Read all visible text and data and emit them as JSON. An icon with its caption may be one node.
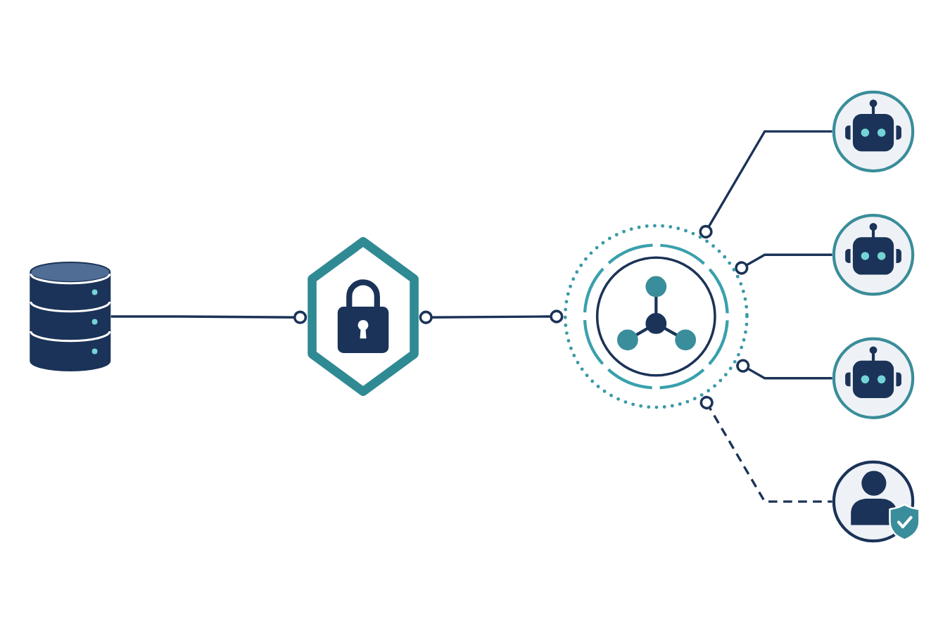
{
  "diagram": {
    "nodes": [
      {
        "text": [],
        "shape": "cylinder"
      },
      {
        "text": [],
        "shape": "hexagon"
      },
      {
        "text": [],
        "shape": "circle"
      },
      {
        "text": [],
        "shape": "robot"
      },
      {
        "text": [],
        "shape": "robot"
      },
      {
        "text": [],
        "shape": "robot"
      },
      {
        "text": [],
        "shape": "person"
      }
    ],
    "edges": [
      {
        "from": 0,
        "to": 1,
        "arrow": "other"
      },
      {
        "from": 1,
        "to": 2,
        "arrow": "other"
      },
      {
        "from": 2,
        "to": 3,
        "arrow": "other"
      },
      {
        "from": 2,
        "to": 4,
        "arrow": "other"
      },
      {
        "from": 2,
        "to": 5,
        "arrow": "other"
      },
      {
        "from": 2,
        "to": 6,
        "arrow": "other",
        "style": "dashed"
      }
    ]
  }
}
